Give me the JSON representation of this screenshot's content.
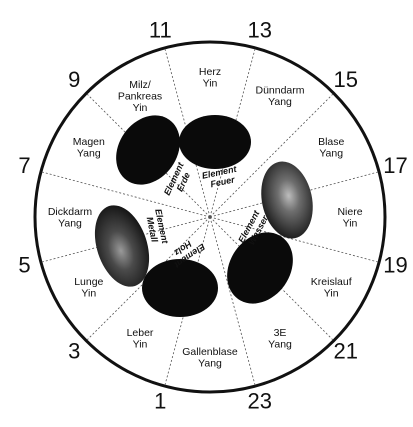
{
  "hours": [
    "11",
    "13",
    "15",
    "17",
    "19",
    "21",
    "23",
    "1",
    "3",
    "5",
    "7",
    "9"
  ],
  "segments": [
    {
      "lines": [
        "Herz",
        "Yin"
      ]
    },
    {
      "lines": [
        "Dünndarm",
        "Yang"
      ]
    },
    {
      "lines": [
        "Blase",
        "Yang"
      ]
    },
    {
      "lines": [
        "Niere",
        "Yin"
      ]
    },
    {
      "lines": [
        "Kreislauf",
        "Yin"
      ]
    },
    {
      "lines": [
        "3E",
        "Yang"
      ]
    },
    {
      "lines": [
        "Gallenblase",
        "Yang"
      ]
    },
    {
      "lines": [
        "Leber",
        "Yin"
      ]
    },
    {
      "lines": [
        "Lunge",
        "Yin"
      ]
    },
    {
      "lines": [
        "Dickdarm",
        "Yang"
      ]
    },
    {
      "lines": [
        "Magen",
        "Yang"
      ]
    },
    {
      "lines": [
        "Milz/",
        "Pankreas",
        "Yin"
      ]
    }
  ],
  "elements": [
    {
      "lines": [
        "Element",
        "Feuer"
      ]
    },
    {
      "lines": [
        "Element",
        "Wasser"
      ]
    },
    {
      "lines": [
        "Element",
        "Holz"
      ]
    },
    {
      "lines": [
        "Element",
        "Metall"
      ]
    },
    {
      "lines": [
        "Element",
        "Erde"
      ]
    }
  ],
  "colors": {
    "ink": "#111111",
    "blob": "#0a0a0a",
    "blob_grey": "#3a3a3a",
    "background": "#ffffff"
  }
}
